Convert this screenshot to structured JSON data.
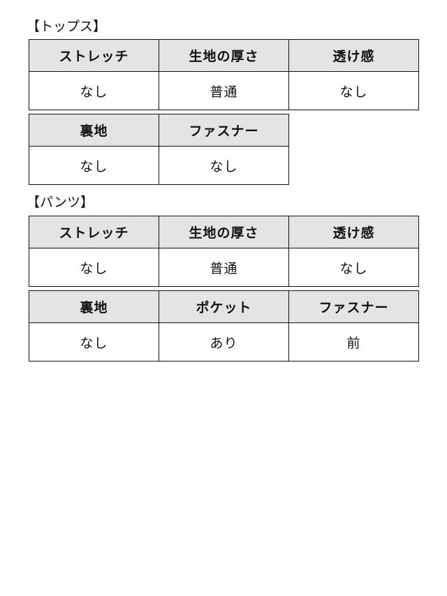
{
  "tops": {
    "title": "【トップス】",
    "table1": {
      "headers": [
        "ストレッチ",
        "生地の厚さ",
        "透け感"
      ],
      "values": [
        "なし",
        "普通",
        "なし"
      ]
    },
    "table2": {
      "headers": [
        "裏地",
        "ファスナー"
      ],
      "values": [
        "なし",
        "なし"
      ]
    }
  },
  "pants": {
    "title": "【パンツ】",
    "table1": {
      "headers": [
        "ストレッチ",
        "生地の厚さ",
        "透け感"
      ],
      "values": [
        "なし",
        "普通",
        "なし"
      ]
    },
    "table2": {
      "headers": [
        "裏地",
        "ポケット",
        "ファスナー"
      ],
      "values": [
        "なし",
        "あり",
        "前"
      ]
    }
  }
}
